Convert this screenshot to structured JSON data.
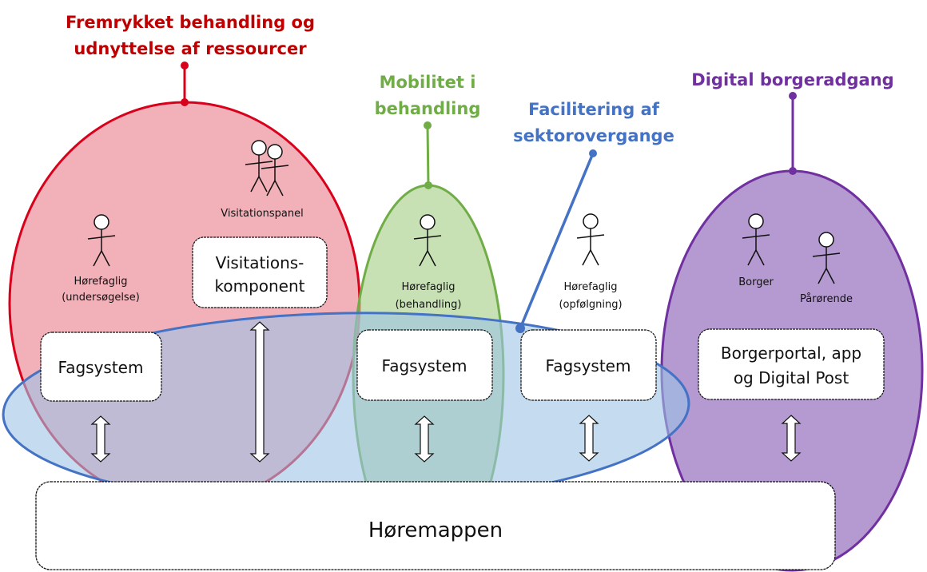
{
  "colors": {
    "red": "#d9001b",
    "red_fill": "#e8707f",
    "green": "#70ad47",
    "green_fill": "#a9d18e",
    "blue": "#4472c4",
    "blue_fill": "#9dc3e6",
    "purple": "#7030a0",
    "purple_fill": "#8e63b8",
    "box_fill": "#ffffff",
    "text": "#111111"
  },
  "groups": [
    {
      "id": "red",
      "title_lines": [
        "Fremrykket behandling og",
        "udnyttelse af ressourcer"
      ],
      "actors": [
        {
          "label_lines": [
            "Hørefaglig",
            "(undersøgelse)"
          ],
          "icon": "person-icon"
        },
        {
          "label_lines": [
            "Visitationspanel"
          ],
          "icon": "group-people-icon"
        }
      ],
      "boxes": [
        {
          "lines": [
            "Fagsystem"
          ]
        },
        {
          "lines": [
            "Visitations-",
            "komponent"
          ]
        }
      ]
    },
    {
      "id": "green",
      "title_lines": [
        "Mobilitet i",
        "behandling"
      ],
      "actors": [
        {
          "label_lines": [
            "Hørefaglig",
            "(behandling)"
          ],
          "icon": "person-icon"
        }
      ],
      "boxes": [
        {
          "lines": [
            "Fagsystem"
          ]
        }
      ]
    },
    {
      "id": "blue",
      "title_lines": [
        "Facilitering af",
        "sektorovergange"
      ],
      "actors": [
        {
          "label_lines": [
            "Hørefaglig",
            "(opfølgning)"
          ],
          "icon": "person-icon"
        }
      ],
      "boxes": [
        {
          "lines": [
            "Fagsystem"
          ]
        }
      ]
    },
    {
      "id": "purple",
      "title_lines": [
        "Digital borgeradgang"
      ],
      "actors": [
        {
          "label_lines": [
            "Borger"
          ],
          "icon": "person-icon"
        },
        {
          "label_lines": [
            "Pårørende"
          ],
          "icon": "person-icon"
        }
      ],
      "boxes": [
        {
          "lines": [
            "Borgerportal, app",
            "og Digital Post"
          ]
        }
      ]
    }
  ],
  "main_box": {
    "label": "Høremappen"
  }
}
